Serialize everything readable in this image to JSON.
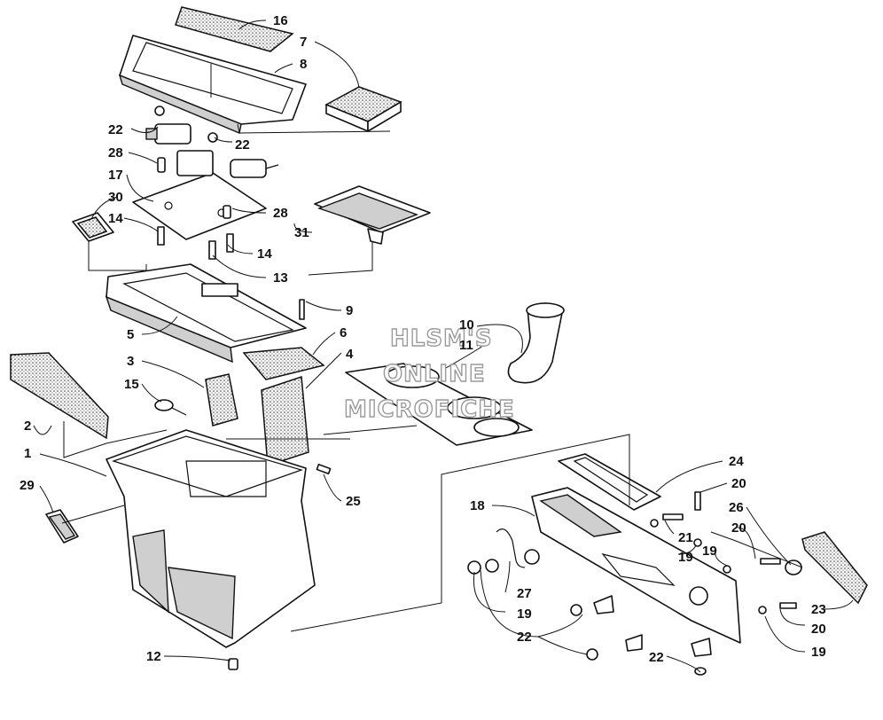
{
  "watermark": [
    "HLSM'S",
    "ONLINE",
    "MICROFICHE"
  ],
  "callouts": {
    "c1": "1",
    "c2": "2",
    "c3": "3",
    "c4": "4",
    "c5": "5",
    "c6": "6",
    "c7": "7",
    "c8": "8",
    "c9": "9",
    "c10": "10",
    "c11": "11",
    "c12": "12",
    "c13": "13",
    "c14a": "14",
    "c14b": "14",
    "c15": "15",
    "c16": "16",
    "c17": "17",
    "c18": "18",
    "c19a": "19",
    "c19b": "19",
    "c19c": "19",
    "c19d": "19",
    "c20a": "20",
    "c20b": "20",
    "c20c": "20",
    "c21": "21",
    "c22a": "22",
    "c22b": "22",
    "c22c": "22",
    "c22d": "22",
    "c23": "23",
    "c24": "24",
    "c25": "25",
    "c26": "26",
    "c27": "27",
    "c28a": "28",
    "c28b": "28",
    "c29": "29",
    "c30": "30",
    "c31": "31"
  }
}
